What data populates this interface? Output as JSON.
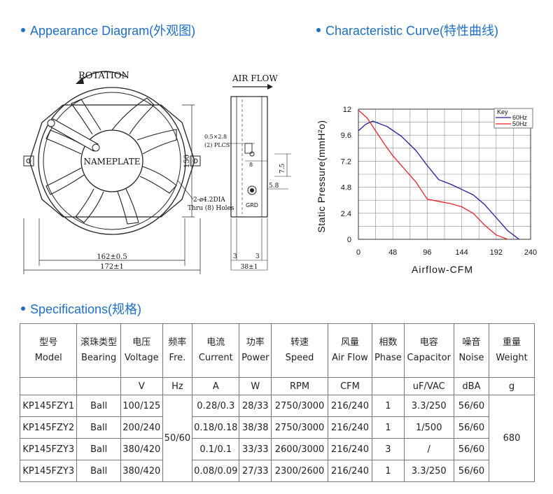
{
  "sections": {
    "appearance": "Appearance Diagram(外观图)",
    "curve": "Characteristic Curve(特性曲线)",
    "spec": "Specifications(规格)"
  },
  "drawing": {
    "rotation": "ROTATION",
    "airflow": "AIR FLOW",
    "nameplate": "NAMEPLATE",
    "dim_162": "162±0.5",
    "dim_172": "172±1",
    "dim_150": "150",
    "hole_note_1": "2-ø4.2DIA",
    "hole_note_2": "Thru (8) Holes",
    "term_note_1": "0.5×2.8",
    "term_note_2": "(2) PLCS",
    "dim_8": "8",
    "dim_7_5": "7.5",
    "dim_5_8": "5.8",
    "dim_3a": "3",
    "dim_3b": "3",
    "dim_38": "38±1",
    "grd": "GRD"
  },
  "chart_data": {
    "type": "line",
    "xlabel": "Airflow-CFM",
    "ylabel": "Static Pressure(mmH²o)",
    "xlim": [
      0,
      240
    ],
    "ylim": [
      0,
      12
    ],
    "xticks": [
      "0",
      "48",
      "96",
      "144",
      "192",
      "240"
    ],
    "yticks": [
      "0",
      "2.4",
      "4.8",
      "7.2",
      "9.6",
      "12"
    ],
    "grid": true,
    "legend": {
      "title": "Key",
      "position": "top-right"
    },
    "series": [
      {
        "name": "60Hz",
        "color": "#1c1c9c",
        "x": [
          0,
          10,
          20,
          40,
          60,
          80,
          96,
          112,
          128,
          144,
          160,
          176,
          192,
          208,
          224
        ],
        "y": [
          10.0,
          10.6,
          10.9,
          10.4,
          9.5,
          8.2,
          6.8,
          5.5,
          5.1,
          4.6,
          4.1,
          3.2,
          2.0,
          0.8,
          0.0
        ]
      },
      {
        "name": "50Hz",
        "color": "#e8232b",
        "x": [
          0,
          12,
          24,
          36,
          48,
          64,
          80,
          96,
          112,
          128,
          144,
          160,
          176,
          192,
          208
        ],
        "y": [
          11.9,
          11.2,
          10.0,
          8.8,
          7.7,
          6.5,
          5.3,
          3.7,
          3.5,
          3.3,
          3.0,
          2.4,
          1.3,
          0.4,
          0.0
        ]
      }
    ]
  },
  "table": {
    "headers": [
      {
        "cn": "型号",
        "en": "Model"
      },
      {
        "cn": "滚珠类型",
        "en": "Bearing"
      },
      {
        "cn": "电压",
        "en": "Voltage"
      },
      {
        "cn": "频率",
        "en": "Fre."
      },
      {
        "cn": "电流",
        "en": "Current"
      },
      {
        "cn": "功率",
        "en": "Power"
      },
      {
        "cn": "转速",
        "en": "Speed"
      },
      {
        "cn": "风量",
        "en": "Air Flow"
      },
      {
        "cn": "相数",
        "en": "Phase"
      },
      {
        "cn": "电容",
        "en": "Capacitor"
      },
      {
        "cn": "噪音",
        "en": "Noise"
      },
      {
        "cn": "重量",
        "en": "Weight"
      }
    ],
    "units": [
      "",
      "",
      "V",
      "Hz",
      "A",
      "W",
      "RPM",
      "CFM",
      "",
      "uF/VAC",
      "dBA",
      "g"
    ],
    "freq_shared": "50/60",
    "weight_shared": "680",
    "rows": [
      {
        "model": "KP145FZY1",
        "bearing": "Ball",
        "voltage": "100/125",
        "current": "0.28/0.3",
        "power": "28/33",
        "speed": "2750/3000",
        "airflow": "216/240",
        "phase": "1",
        "capacitor": "3.3/250",
        "noise": "56/60"
      },
      {
        "model": "KP145FZY2",
        "bearing": "Ball",
        "voltage": "200/240",
        "current": "0.18/0.18",
        "power": "38/38",
        "speed": "2750/3000",
        "airflow": "216/240",
        "phase": "1",
        "capacitor": "1/500",
        "noise": "56/60"
      },
      {
        "model": "KP145FZY3",
        "bearing": "Ball",
        "voltage": "380/420",
        "current": "0.1/0.1",
        "power": "33/33",
        "speed": "2600/3000",
        "airflow": "216/240",
        "phase": "3",
        "capacitor": "/",
        "noise": "56/60"
      },
      {
        "model": "KP145FZY3",
        "bearing": "Ball",
        "voltage": "380/420",
        "current": "0.08/0.09",
        "power": "27/33",
        "speed": "2300/2600",
        "airflow": "216/240",
        "phase": "1",
        "capacitor": "3.3/250",
        "noise": "56/60"
      }
    ]
  }
}
